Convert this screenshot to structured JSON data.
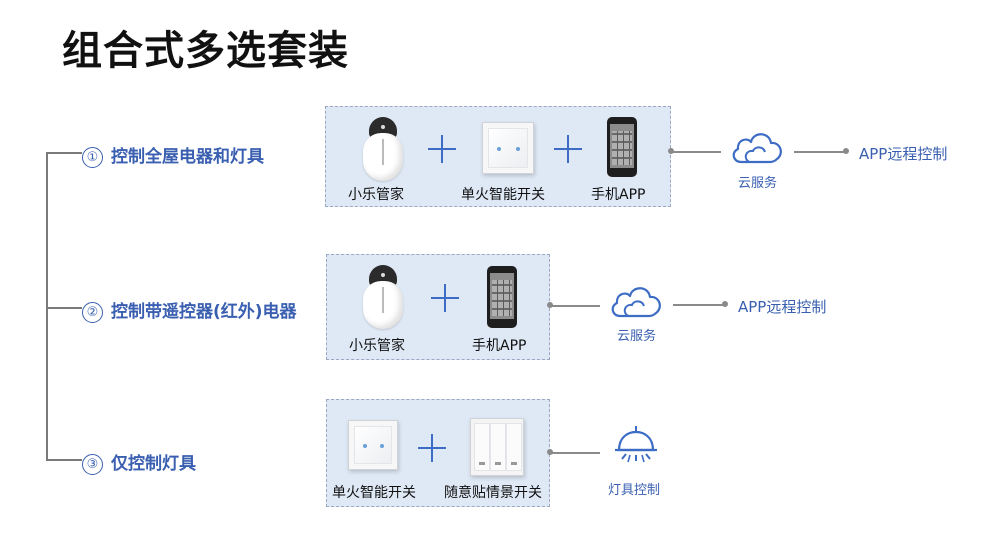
{
  "title": "组合式多选套装",
  "options": [
    {
      "number": "①",
      "label": "控制全屋电器和灯具",
      "products": [
        "小乐管家",
        "单火智能开关",
        "手机APP"
      ],
      "endpoint_label": "云服务",
      "endpoint_icon": "cloud-icon",
      "remote_label": "APP远程控制"
    },
    {
      "number": "②",
      "label": "控制带遥控器(红外)电器",
      "products": [
        "小乐管家",
        "手机APP"
      ],
      "endpoint_label": "云服务",
      "endpoint_icon": "cloud-icon",
      "remote_label": "APP远程控制"
    },
    {
      "number": "③",
      "label": "仅控制灯具",
      "products": [
        "单火智能开关",
        "随意贴情景开关"
      ],
      "endpoint_label": "灯具控制",
      "endpoint_icon": "lamp-icon"
    }
  ],
  "colors": {
    "accent": "#3a5fb0",
    "box_fill": "#dfe9f6",
    "box_border": "#9aa9c2",
    "connector": "#8a8a8a"
  }
}
